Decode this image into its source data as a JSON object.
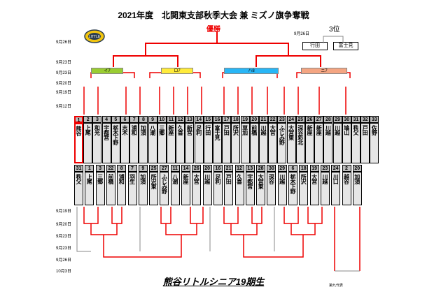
{
  "header": {
    "title": "2021年度　北関東支部秋季大会 兼 ミズノ旗争奪戦",
    "champion": "優勝",
    "third_place": "3位"
  },
  "third_place": {
    "team_a": "行田",
    "team_b": "富士見",
    "date": "9月26日"
  },
  "dates_top": [
    "9月26日",
    "9月23日",
    "9月23日",
    "9月20日",
    "9月19日",
    "9月12日"
  ],
  "dates_bottom": [
    "9月19日",
    "9月20日",
    "9月23日",
    "9月23日",
    "9月26日",
    "10月3日"
  ],
  "groups_top": [
    "イ7",
    "ロ7",
    "ハ8",
    "ニ7"
  ],
  "top_numbers": [
    "1",
    "2",
    "3",
    "4",
    "5",
    "6",
    "7",
    "8",
    "9",
    "10",
    "11",
    "12",
    "13",
    "14",
    "15",
    "16",
    "17",
    "18",
    "19",
    "20",
    "21",
    "22",
    "23",
    "24",
    "25",
    "26",
    "27",
    "28",
    "29",
    "30",
    "31",
    "32",
    "33"
  ],
  "top_teams": [
    "熊谷",
    "上尾",
    "和光",
    "宇都宮",
    "栃木下野",
    "志木",
    "浦和",
    "加須",
    "八潮",
    "三郷",
    "新座",
    "久喜",
    "新宮",
    "足利",
    "行田",
    "富士見",
    "戸田",
    "所沢",
    "草加",
    "前橋",
    "川越",
    "大宮",
    "ふじみ野",
    "大宮東",
    "深谷彩北",
    "新座",
    "新座",
    "川越",
    "川越",
    "鳩山",
    "秩父",
    "戸田",
    "佐野"
  ],
  "bottom_numbers": [
    "31",
    "1",
    "3",
    "22",
    "8",
    "7",
    "9",
    "25",
    "27",
    "11",
    "14",
    "26",
    "20",
    "16",
    "21",
    "12",
    "13",
    "28",
    "30",
    "29",
    "6",
    "18",
    "19",
    "23",
    "24",
    "2",
    "20"
  ],
  "bottom_teams": [
    "秩父",
    "上尾",
    "三郷",
    "前橋",
    "浦和",
    "羽生",
    "加須",
    "所沢東",
    "ふじみ野",
    "八潮",
    "新座",
    "大宮",
    "川越",
    "足利",
    "戸田",
    "久喜",
    "宇都宮",
    "大宮東",
    "深谷",
    "川越",
    "栃木下野",
    "所沢",
    "大宮",
    "川越",
    "川口",
    "越谷",
    "加須"
  ],
  "footer": {
    "title": "熊谷リトルシニア19期生",
    "note": "第九代表"
  }
}
